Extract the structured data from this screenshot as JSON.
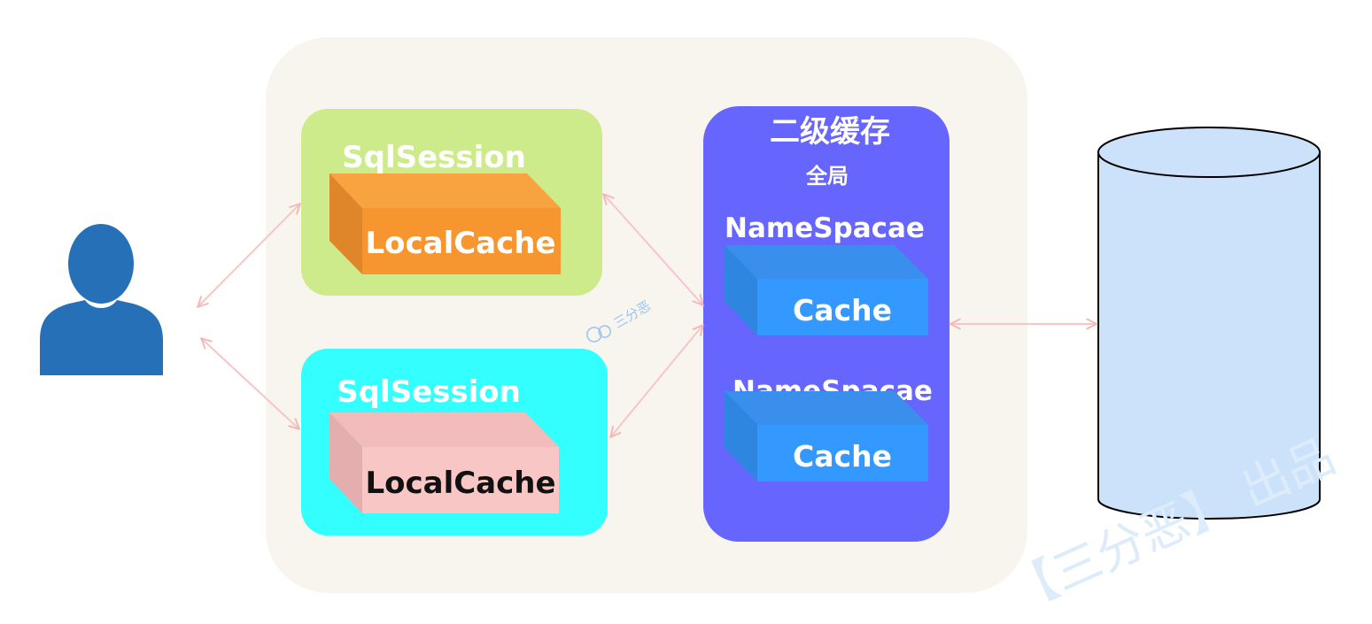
{
  "session1": {
    "title": "SqlSession",
    "cache_label": "LocalCache"
  },
  "session2": {
    "title": "SqlSession",
    "cache_label": "LocalCache"
  },
  "second_level": {
    "title": "二级缓存",
    "subtitle": "全局",
    "namespaces": [
      {
        "name": "NameSpacae",
        "cache_label": "Cache"
      },
      {
        "name": "NameSpacae",
        "cache_label": "Cache"
      }
    ]
  },
  "watermark_small": "三分恶",
  "watermark_large": "【三分恶】 出品",
  "colors": {
    "container": "#f8f5ee",
    "session1_bg": "#cdeb8b",
    "session2_bg": "#33ffff",
    "block1_front": "#f7952e",
    "block1_top": "#f7a340",
    "block1_side": "#e0862a",
    "block2_front": "#f8c7c5",
    "block2_top": "#f1bcbb",
    "block2_side": "#e4adae",
    "second_level_bg": "#6666ff",
    "ns_front": "#3399ff",
    "ns_top": "#3a8eec",
    "ns_side": "#2f86e0",
    "db_fill": "#cce2fa",
    "user": "#2670b8",
    "arrow": "#f7c6c4"
  }
}
